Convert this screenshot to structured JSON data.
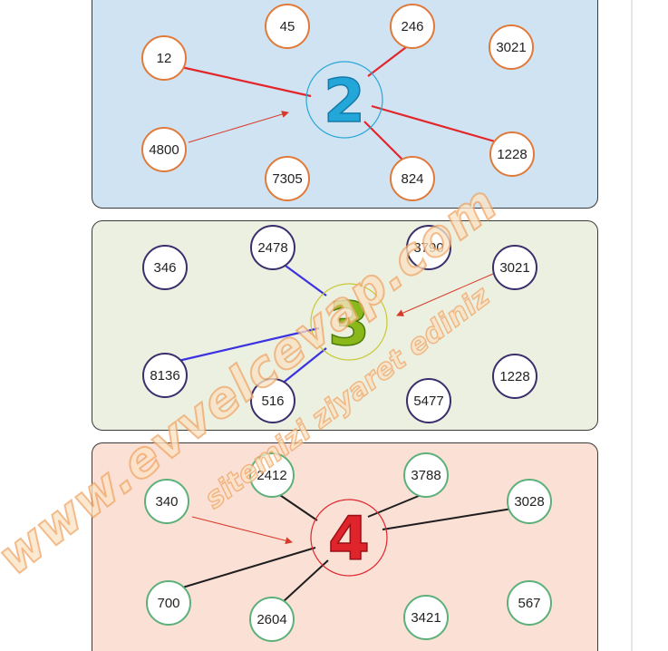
{
  "panels": [
    {
      "center": "2",
      "center_color": "#23a7d9",
      "numbers": [
        "45",
        "246",
        "12",
        "3021",
        "4800",
        "1228",
        "7305",
        "824"
      ],
      "ring_color": "#e07a3a"
    },
    {
      "center": "3",
      "center_color": "#8ab81a",
      "numbers": [
        "346",
        "2478",
        "3790",
        "3021",
        "8136",
        "1228",
        "516",
        "5477"
      ],
      "ring_color": "#3a2e6b"
    },
    {
      "center": "4",
      "center_color": "#e0242b",
      "numbers": [
        "340",
        "2412",
        "3788",
        "3028",
        "700",
        "567",
        "2604",
        "3421"
      ],
      "ring_color": "#5db07a"
    }
  ],
  "watermark": {
    "main": "www.evvelcevap.com",
    "sub": "sitemizi ziyaret ediniz"
  }
}
